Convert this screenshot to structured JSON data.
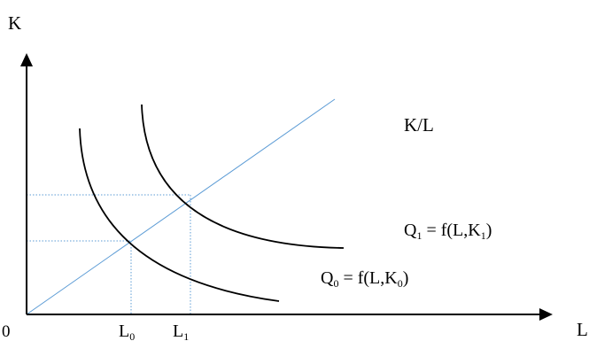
{
  "axes": {
    "y_label": "K",
    "x_label": "L",
    "origin_label": "0"
  },
  "ray": {
    "label": "K/L"
  },
  "ticks": {
    "L0": {
      "main": "L",
      "sub": "0"
    },
    "L1": {
      "main": "L",
      "sub": "1"
    }
  },
  "curves": {
    "q1": {
      "q": "Q",
      "q_sub": "1",
      "eq": " = f(L,K",
      "k_sub": "1",
      "close": ")"
    },
    "q0": {
      "q": "Q",
      "q_sub": "0",
      "eq": " = f(L,K",
      "k_sub": "0",
      "close": ")"
    }
  },
  "colors": {
    "axis": "#000000",
    "curve": "#000000",
    "ray": "#5b9bd5",
    "guide": "#5b9bd5"
  }
}
